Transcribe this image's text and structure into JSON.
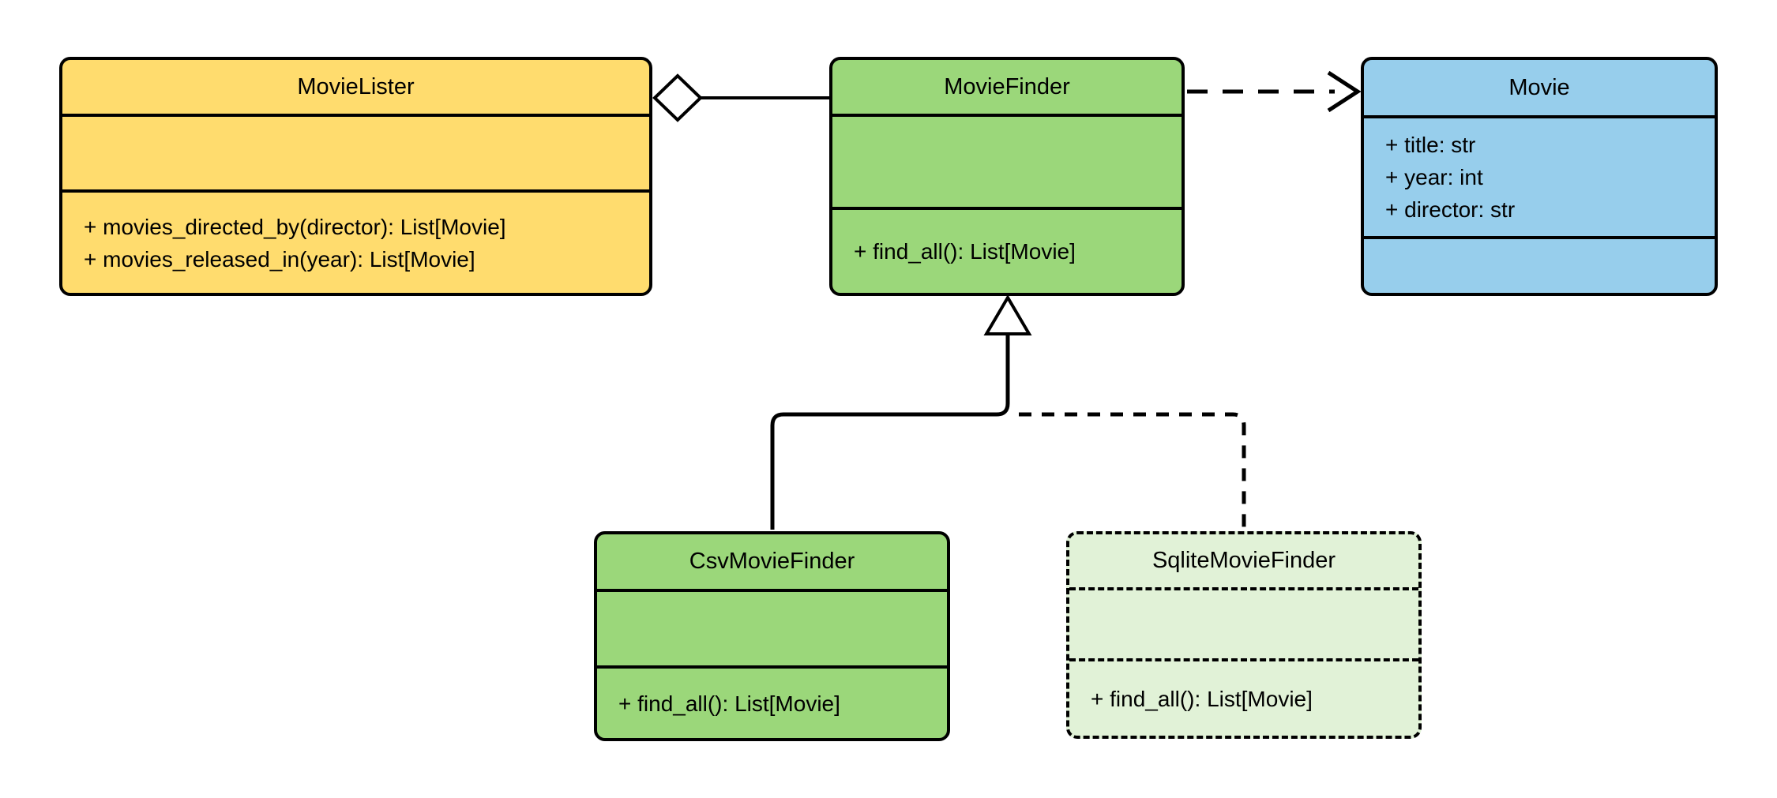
{
  "diagram": {
    "title": "MovieLister UML class diagram",
    "background_color": "#FFFFFF",
    "stroke_color": "#000000",
    "classes": [
      {
        "name": "MovieLister",
        "fill": "#FFDC6E",
        "border": "solid",
        "attributes": [],
        "methods": [
          "+ movies_directed_by(director): List[Movie]",
          "+ movies_released_in(year): List[Movie]"
        ]
      },
      {
        "name": "MovieFinder",
        "fill": "#9BD77A",
        "border": "solid",
        "attributes": [],
        "methods": [
          "+ find_all(): List[Movie]"
        ]
      },
      {
        "name": "Movie",
        "fill": "#97CEEC",
        "border": "solid",
        "attributes": [
          "+ title: str",
          "+ year: int",
          "+ director: str"
        ],
        "methods": []
      },
      {
        "name": "CsvMovieFinder",
        "fill": "#9BD77A",
        "border": "solid",
        "attributes": [],
        "methods": [
          "+ find_all(): List[Movie]"
        ]
      },
      {
        "name": "SqliteMovieFinder",
        "fill": "#E1F2D7",
        "border": "dashed",
        "attributes": [],
        "methods": [
          "+ find_all(): List[Movie]"
        ]
      }
    ],
    "relationships": [
      {
        "type": "aggregation",
        "owner": "MovieLister",
        "part": "MovieFinder",
        "line": "solid",
        "marker": "hollow-diamond at MovieLister"
      },
      {
        "type": "dependency",
        "from": "MovieFinder",
        "to": "Movie",
        "line": "dashed",
        "marker": "open-arrow at Movie"
      },
      {
        "type": "generalization",
        "child": "CsvMovieFinder",
        "parent": "MovieFinder",
        "line": "solid",
        "marker": "hollow-triangle at MovieFinder"
      },
      {
        "type": "generalization",
        "child": "SqliteMovieFinder",
        "parent": "MovieFinder",
        "line": "dashed",
        "marker": "hollow-triangle at MovieFinder (shared)"
      }
    ]
  }
}
